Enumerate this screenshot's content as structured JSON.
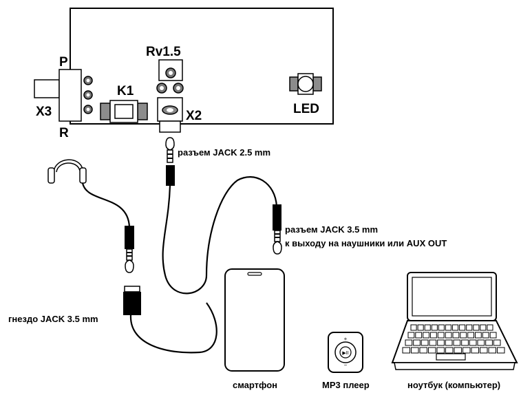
{
  "board": {
    "label_p": "P",
    "label_r": "R",
    "label_x3": "X3",
    "label_k1": "K1",
    "label_rv": "Rv1.5",
    "label_x2": "X2",
    "label_led": "LED"
  },
  "cables": {
    "jack25_label": "разъем JACK 2.5 mm",
    "jack35_line1": "разъем JACK 3.5 mm",
    "jack35_line2": "к выходу на наушники или AUX OUT",
    "socket35_label": "гнездо JACK 3.5 mm"
  },
  "devices": {
    "smartphone": "смартфон",
    "mp3": "MP3 плеер",
    "laptop": "ноутбук (компьютер)"
  },
  "icons": [
    "headset-icon",
    "smartphone-icon",
    "mp3-player-icon",
    "laptop-icon",
    "jack-plug-icon"
  ]
}
